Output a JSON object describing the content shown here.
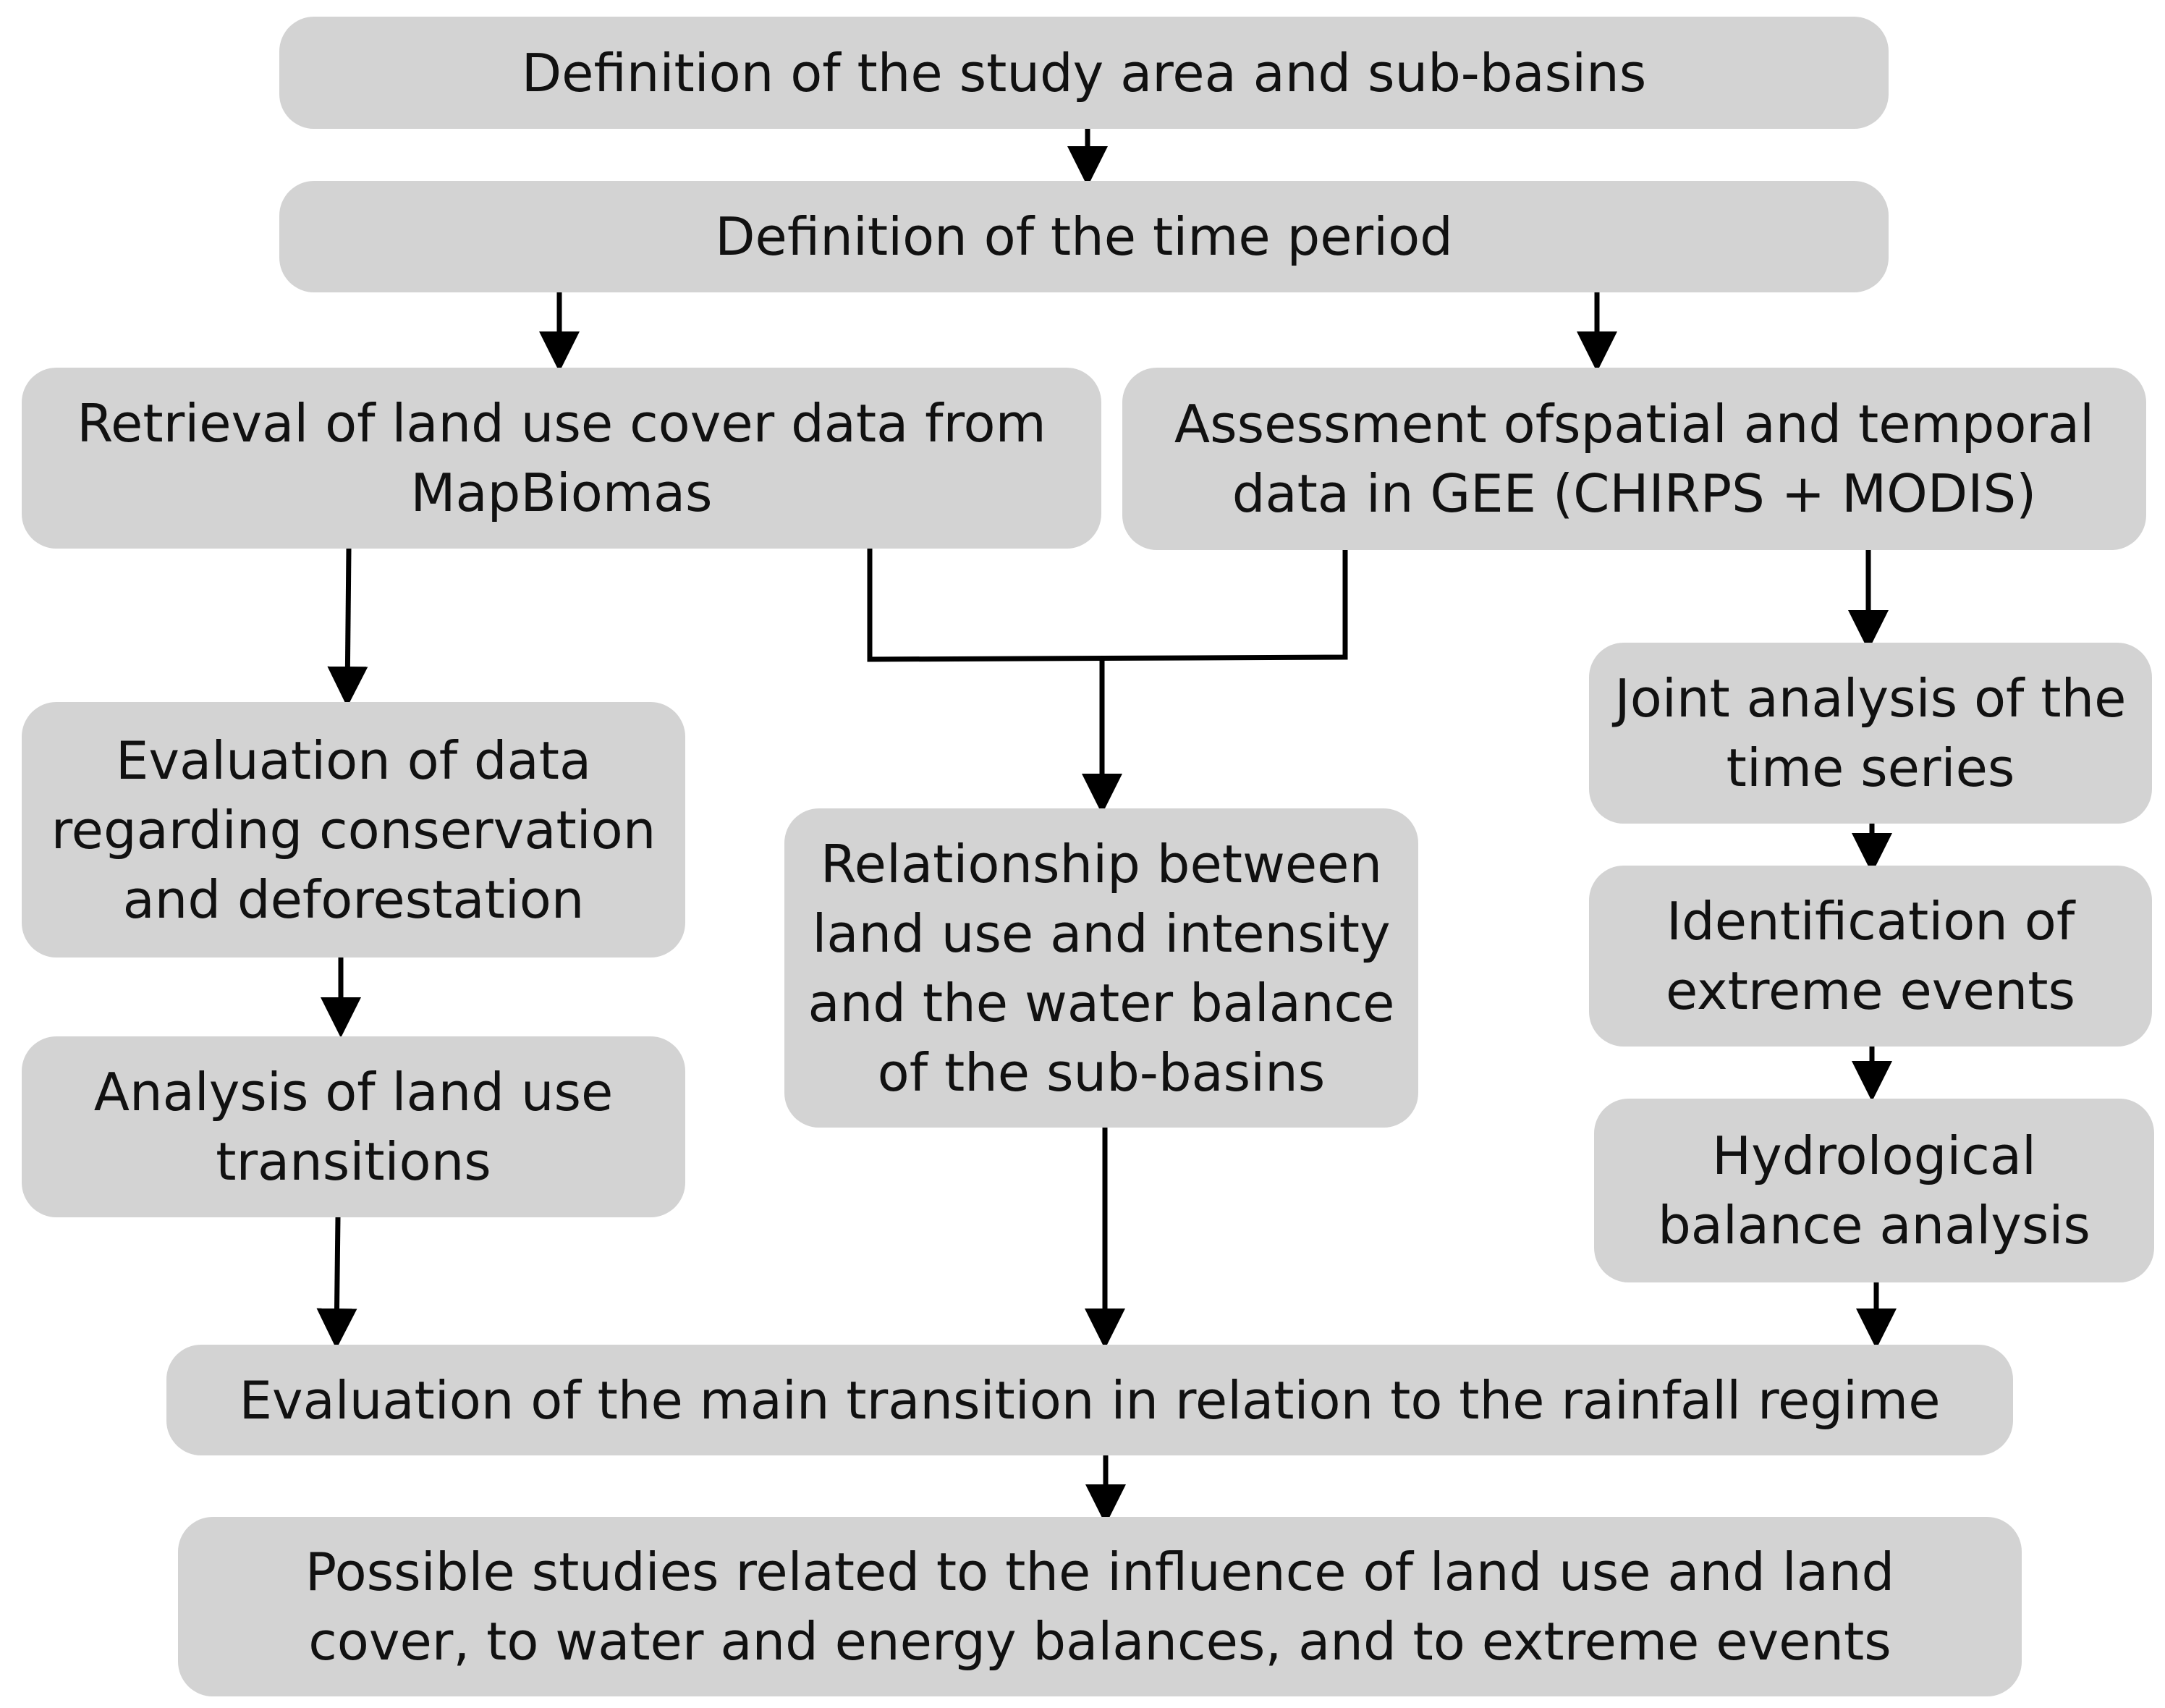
{
  "boxes": {
    "study_area": "Definition of the study area and sub-basins",
    "time_period": "Definition of the time period",
    "land_use_retrieval": "Retrieval of land use cover data from\nMapBiomas",
    "gee_assessment": "Assessment ofspatial and temporal\ndata in GEE (CHIRPS + MODIS)",
    "conservation_eval": "Evaluation of data\nregarding conservation\nand deforestation",
    "relationship": "Relationship between\nland use and intensity\nand the water balance\nof the sub-basins",
    "joint_analysis": "Joint analysis of the\ntime series",
    "extreme_events": "Identification of\nextreme events",
    "transitions": "Analysis of land use\ntransitions",
    "hydrological": "Hydrological\nbalance analysis",
    "main_transition": "Evaluation of the main transition in relation to the rainfall regime",
    "possible_studies": "Possible studies related to the influence of land use and land\ncover, to water and energy balances, and to extreme events"
  },
  "colors": {
    "box_fill": "#d3d3d3",
    "text": "#111111",
    "arrow": "#000000"
  }
}
